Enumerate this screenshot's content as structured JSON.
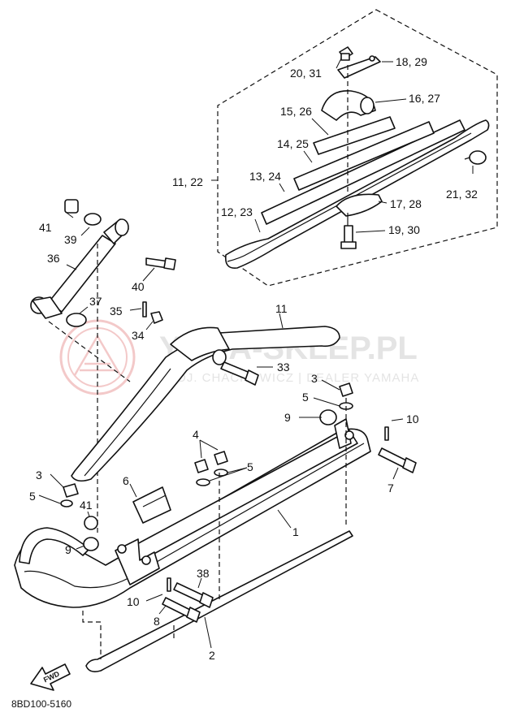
{
  "watermark": {
    "brand": "YAMA-SKLEP.PL",
    "tagline": "WOJ. CHACHOWICZ | DEALER YAMAHA"
  },
  "diagram_code": "8BD100-5160",
  "fwd_label": "FWD",
  "callouts": [
    {
      "id": "c-18-29",
      "text": "18, 29"
    },
    {
      "id": "c-20-31",
      "text": "20, 31"
    },
    {
      "id": "c-16-27",
      "text": "16, 27"
    },
    {
      "id": "c-15-26",
      "text": "15, 26"
    },
    {
      "id": "c-14-25",
      "text": "14, 25"
    },
    {
      "id": "c-11-22",
      "text": "11, 22"
    },
    {
      "id": "c-13-24",
      "text": "13, 24"
    },
    {
      "id": "c-21-32",
      "text": "21, 32"
    },
    {
      "id": "c-17-28",
      "text": "17, 28"
    },
    {
      "id": "c-12-23",
      "text": "12, 23"
    },
    {
      "id": "c-19-30",
      "text": "19, 30"
    },
    {
      "id": "c-41a",
      "text": "41"
    },
    {
      "id": "c-39",
      "text": "39"
    },
    {
      "id": "c-36",
      "text": "36"
    },
    {
      "id": "c-40",
      "text": "40"
    },
    {
      "id": "c-37",
      "text": "37"
    },
    {
      "id": "c-35",
      "text": "35"
    },
    {
      "id": "c-11",
      "text": "11"
    },
    {
      "id": "c-34",
      "text": "34"
    },
    {
      "id": "c-33",
      "text": "33"
    },
    {
      "id": "c-3a",
      "text": "3"
    },
    {
      "id": "c-5a",
      "text": "5"
    },
    {
      "id": "c-9a",
      "text": "9"
    },
    {
      "id": "c-10a",
      "text": "10"
    },
    {
      "id": "c-4",
      "text": "4"
    },
    {
      "id": "c-5b",
      "text": "5"
    },
    {
      "id": "c-3b",
      "text": "3"
    },
    {
      "id": "c-6",
      "text": "6"
    },
    {
      "id": "c-7",
      "text": "7"
    },
    {
      "id": "c-5c",
      "text": "5"
    },
    {
      "id": "c-41b",
      "text": "41"
    },
    {
      "id": "c-1",
      "text": "1"
    },
    {
      "id": "c-9b",
      "text": "9"
    },
    {
      "id": "c-38",
      "text": "38"
    },
    {
      "id": "c-10b",
      "text": "10"
    },
    {
      "id": "c-8",
      "text": "8"
    },
    {
      "id": "c-2",
      "text": "2"
    }
  ]
}
